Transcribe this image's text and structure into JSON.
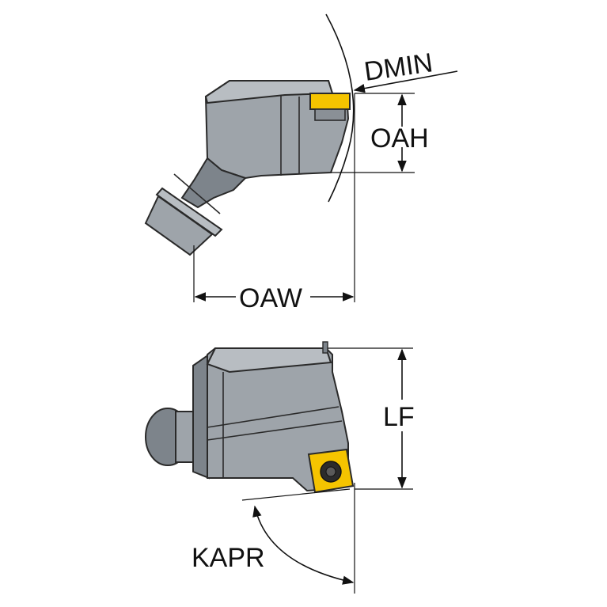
{
  "labels": {
    "dmin": "DMIN",
    "oah": "OAH",
    "oaw": "OAW",
    "lf": "LF",
    "kapr": "KAPR"
  },
  "colors": {
    "tool_body": "#9ea4aa",
    "tool_body_dark": "#7d848b",
    "insert": "#f5c400",
    "line": "#111111"
  }
}
